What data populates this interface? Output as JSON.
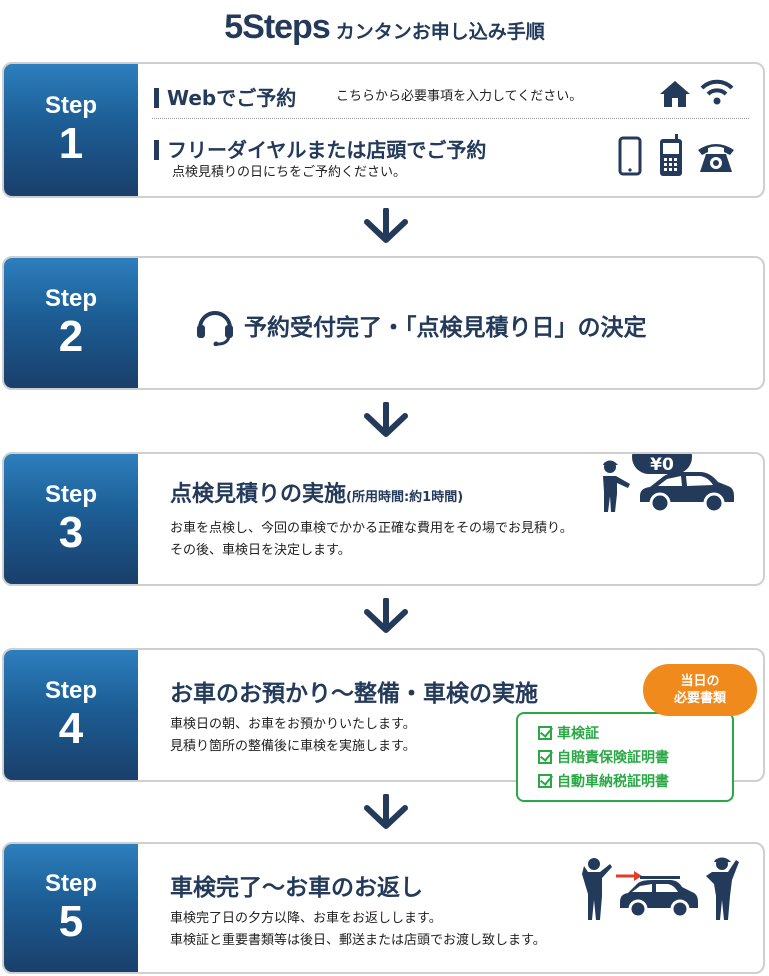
{
  "title": {
    "big": "5Steps",
    "small": "カンタンお申し込み手順"
  },
  "steps": [
    {
      "label": "Step",
      "number": "1",
      "web_heading": "Webでご予約",
      "web_desc": "こちらから必要事項を入力してください。",
      "phone_heading": "フリーダイヤルまたは店頭でご予約",
      "phone_desc": "点検見積りの日にちをご予約ください。",
      "icons": [
        "home-icon",
        "wifi-icon",
        "smartphone-icon",
        "mobile-phone-icon",
        "telephone-icon"
      ]
    },
    {
      "label": "Step",
      "number": "2",
      "heading": "予約受付完了・「点検見積り日」の決定",
      "icons": [
        "headset-icon"
      ]
    },
    {
      "label": "Step",
      "number": "3",
      "heading": "点検見積りの実施",
      "heading_note": "(所用時間:約1時間)",
      "desc1": "お車を点検し、今回の車検でかかる正確な費用をその場でお見積り。",
      "desc2": "その後、車検日を決定します。",
      "bubble": "¥0",
      "icons": [
        "staff-person-icon",
        "car-icon"
      ]
    },
    {
      "label": "Step",
      "number": "4",
      "heading": "お車のお預かり〜整備・車検の実施",
      "desc1": "車検日の朝、お車をお預かりいたします。",
      "desc2": "見積り箇所の整備後に車検を実施します。",
      "docs_title1": "当日の",
      "docs_title2": "必要書類",
      "docs": [
        "車検証",
        "自賠責保険証明書",
        "自動車納税証明書"
      ]
    },
    {
      "label": "Step",
      "number": "5",
      "heading": "車検完了〜お車のお返し",
      "desc1": "車検完了日の夕方以降、お車をお返しします。",
      "desc2": "車検証と重要書類等は後日、郵送または店頭でお渡し致します。",
      "icons": [
        "customer-icon",
        "car-icon",
        "staff-icon"
      ]
    }
  ],
  "colors": {
    "navy": "#233a5a",
    "badge_top": "#2d7fbe",
    "badge_bottom": "#1a3f6b",
    "orange": "#f08a1c",
    "green": "#2aa845"
  }
}
